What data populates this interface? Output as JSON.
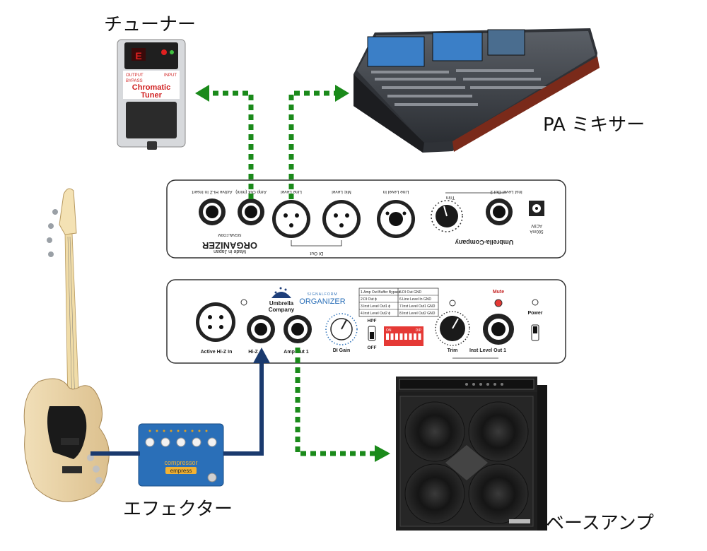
{
  "labels": {
    "tuner": "チューナー",
    "pa_mixer": "PA ミキサー",
    "effector": "エフェクター",
    "bass_amp": "ベースアンプ"
  },
  "tuner_pedal": {
    "brand_text": "Chromatic",
    "model_text": "Tuner",
    "output": "OUTPUT",
    "bypass": "BYPASS",
    "input": "INPUT"
  },
  "rear_panel": {
    "jacks": [
      "Active Hi-Z In Insert",
      "Amp Out (mini)",
      "Line Level",
      "Mic Level",
      "Line Level In",
      "Trim",
      "Inst Level Out 2"
    ],
    "di_out": "DI Out",
    "brand": "ORGANIZER",
    "brand_small": "SIGNALFORM",
    "made_in": "Made in Japan",
    "company": "Umbrella-Company",
    "power_rating_1": "AC9V",
    "power_rating_2": "500mA"
  },
  "front_panel": {
    "xlr_label": "Active Hi-Z In",
    "hiz_label": "Hi-Z",
    "amp_out_label": "Amp Out 1",
    "di_gain_label": "DI Gain",
    "hpf_label": "HPF",
    "off_label": "OFF",
    "trim_label": "Trim",
    "inst_out_label": "Inst Level Out 1",
    "mute_label": "Mute",
    "power_label": "Power",
    "logo_line1": "Umbrella",
    "logo_line2": "Company",
    "brand_small": "SIGNALFORM",
    "brand": "ORGANIZER",
    "dip_on": "ON",
    "dip_label": "DIP",
    "dip_table": [
      [
        "1.Amp Out Buffer Bypass",
        "5.DI Out GND"
      ],
      [
        "2.DI Out ϕ",
        "6.Line Level In GND"
      ],
      [
        "3.Inst Level Out1 ϕ",
        "7.Inst Level Out1 GND"
      ],
      [
        "4.Inst Level Out2 ϕ",
        "8.Inst Level Out2 GND"
      ]
    ]
  },
  "compressor": {
    "name": "compressor",
    "brand": "empress"
  },
  "colors": {
    "green_signal": "#1a8a1a",
    "blue_signal": "#1a3a6e",
    "dip_red": "#e53935",
    "mute_led": "#e53935",
    "compressor_blue": "#2a6fb8"
  }
}
